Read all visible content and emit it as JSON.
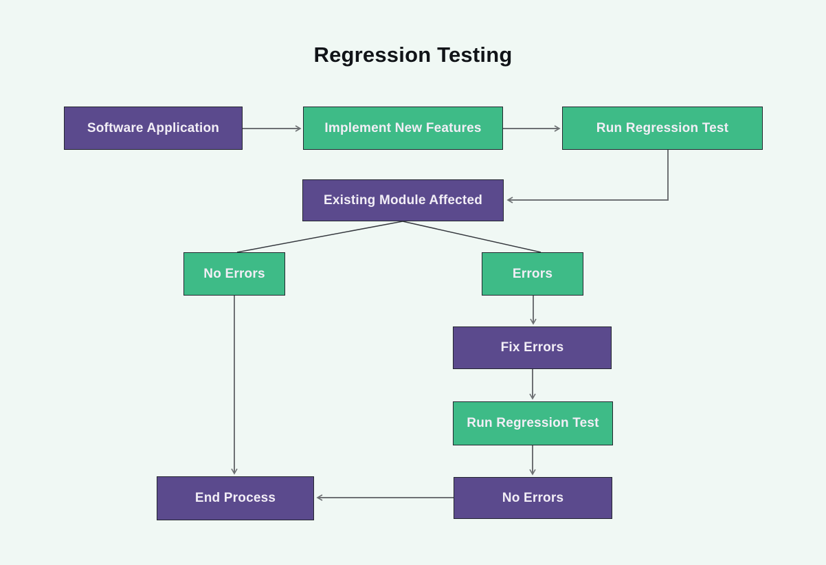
{
  "title": "Regression Testing",
  "diagram_type": "flowchart",
  "colors": {
    "background": "#f0f8f4",
    "purple_node": "#5b4a8d",
    "green_node": "#3ebb87",
    "node_border": "#23262e",
    "node_text": "#f2eef6",
    "connector_line": "#6d7073",
    "branch_line": "#34373d",
    "title_text": "#111418"
  },
  "nodes": [
    {
      "id": "software-application",
      "label": "Software Application",
      "color": "purple"
    },
    {
      "id": "implement-new-features",
      "label": "Implement New Features",
      "color": "green"
    },
    {
      "id": "run-regression-test-1",
      "label": "Run Regression Test",
      "color": "green"
    },
    {
      "id": "existing-module-affected",
      "label": "Existing Module Affected",
      "color": "purple"
    },
    {
      "id": "no-errors-branch",
      "label": "No Errors",
      "color": "green"
    },
    {
      "id": "errors-branch",
      "label": "Errors",
      "color": "green"
    },
    {
      "id": "fix-errors",
      "label": "Fix Errors",
      "color": "purple"
    },
    {
      "id": "run-regression-test-2",
      "label": "Run Regression Test",
      "color": "green"
    },
    {
      "id": "no-errors-final",
      "label": "No Errors",
      "color": "purple"
    },
    {
      "id": "end-process",
      "label": "End Process",
      "color": "purple"
    }
  ],
  "edges": [
    {
      "from": "software-application",
      "to": "implement-new-features",
      "arrow": true
    },
    {
      "from": "implement-new-features",
      "to": "run-regression-test-1",
      "arrow": true
    },
    {
      "from": "run-regression-test-1",
      "to": "existing-module-affected",
      "arrow": true
    },
    {
      "from": "existing-module-affected",
      "to": "no-errors-branch",
      "arrow": false
    },
    {
      "from": "existing-module-affected",
      "to": "errors-branch",
      "arrow": false
    },
    {
      "from": "errors-branch",
      "to": "fix-errors",
      "arrow": true
    },
    {
      "from": "fix-errors",
      "to": "run-regression-test-2",
      "arrow": true
    },
    {
      "from": "run-regression-test-2",
      "to": "no-errors-final",
      "arrow": true
    },
    {
      "from": "no-errors-final",
      "to": "end-process",
      "arrow": true
    },
    {
      "from": "no-errors-branch",
      "to": "end-process",
      "arrow": true
    }
  ]
}
